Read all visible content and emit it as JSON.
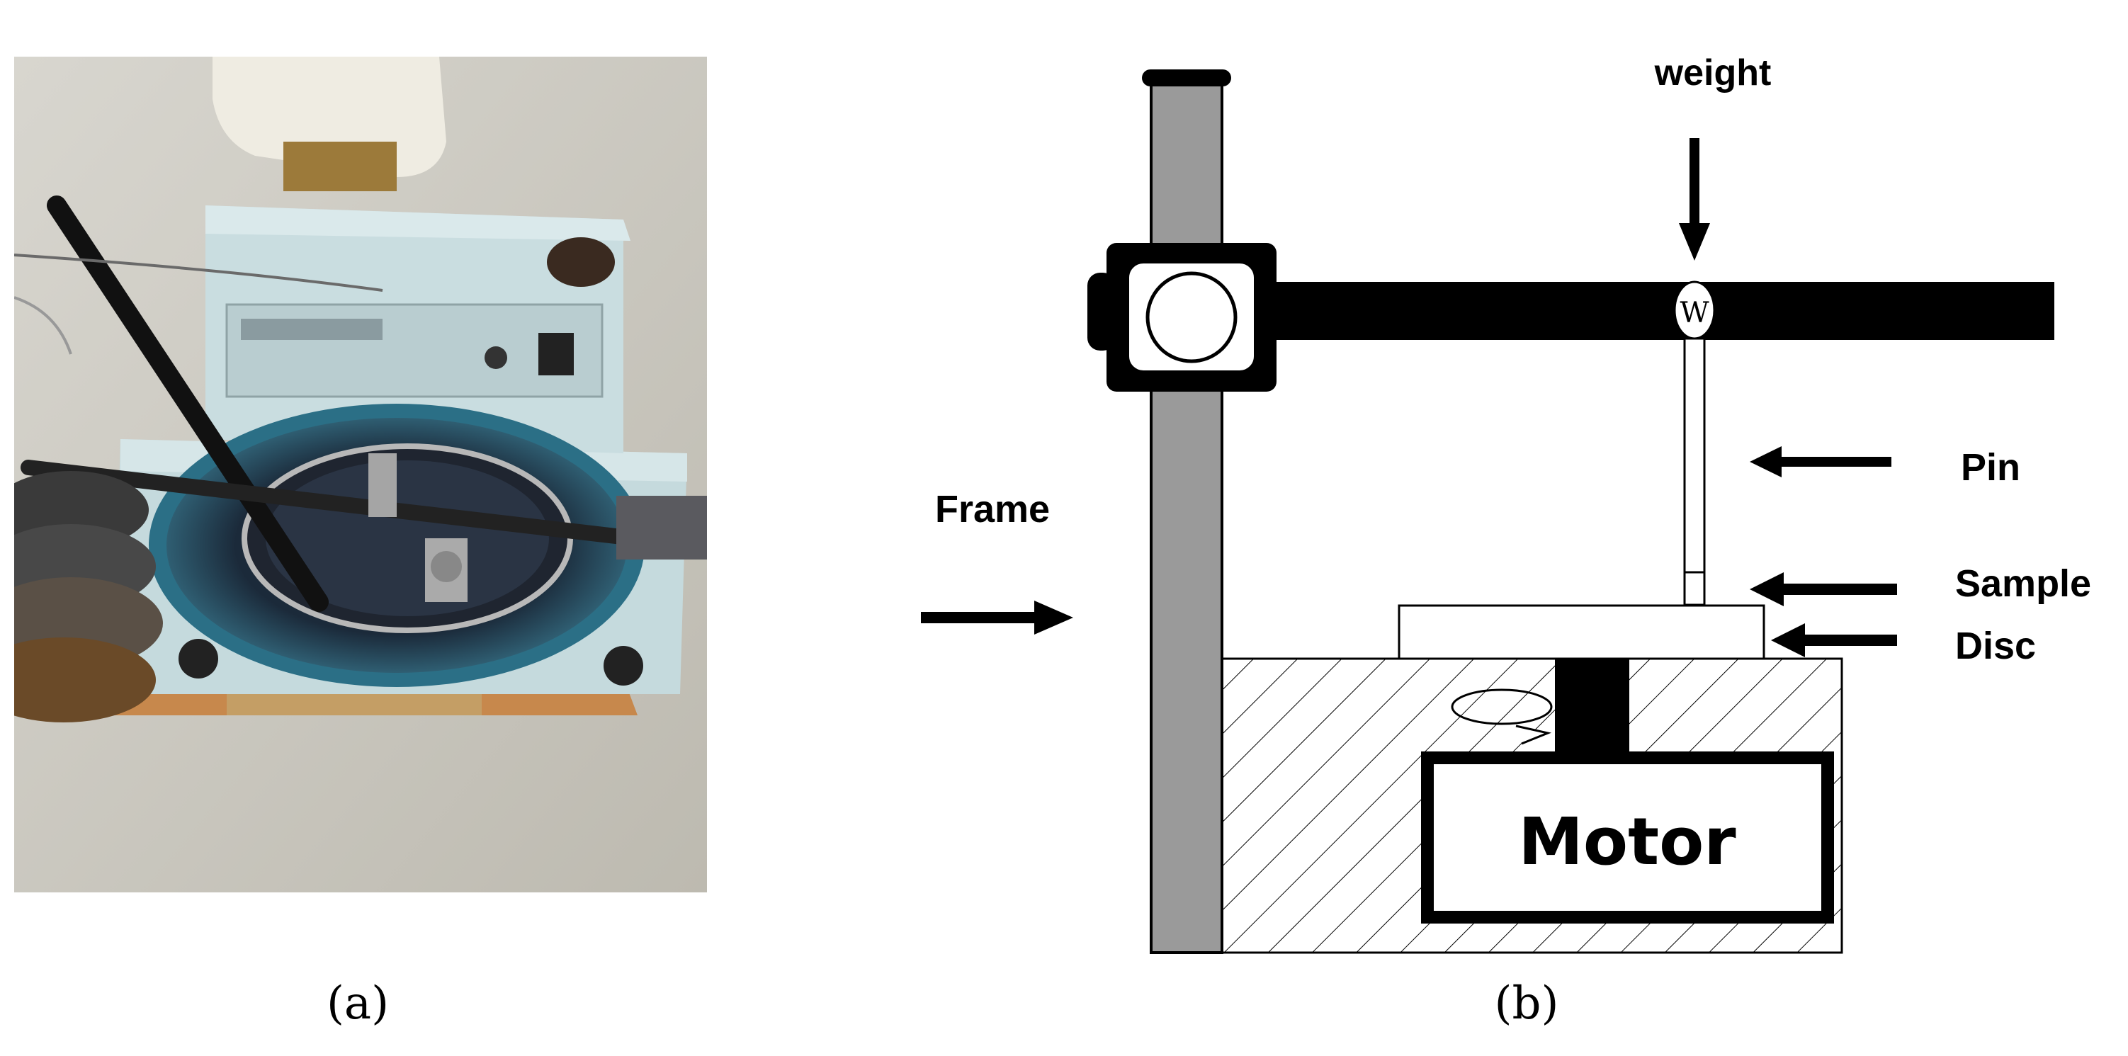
{
  "panel_a": {
    "caption": "(a)"
  },
  "panel_b": {
    "caption": "(b)",
    "labels": {
      "weight": "weight",
      "pin": "Pin",
      "frame": "Frame",
      "sample": "Sample",
      "disc": "Disc",
      "motor": "Motor",
      "w": "W"
    }
  },
  "colors": {
    "frame_gray": "#9a9a9a",
    "black": "#000000",
    "table_blue": "#c7dcdf",
    "floor": "#c9c7bf"
  }
}
